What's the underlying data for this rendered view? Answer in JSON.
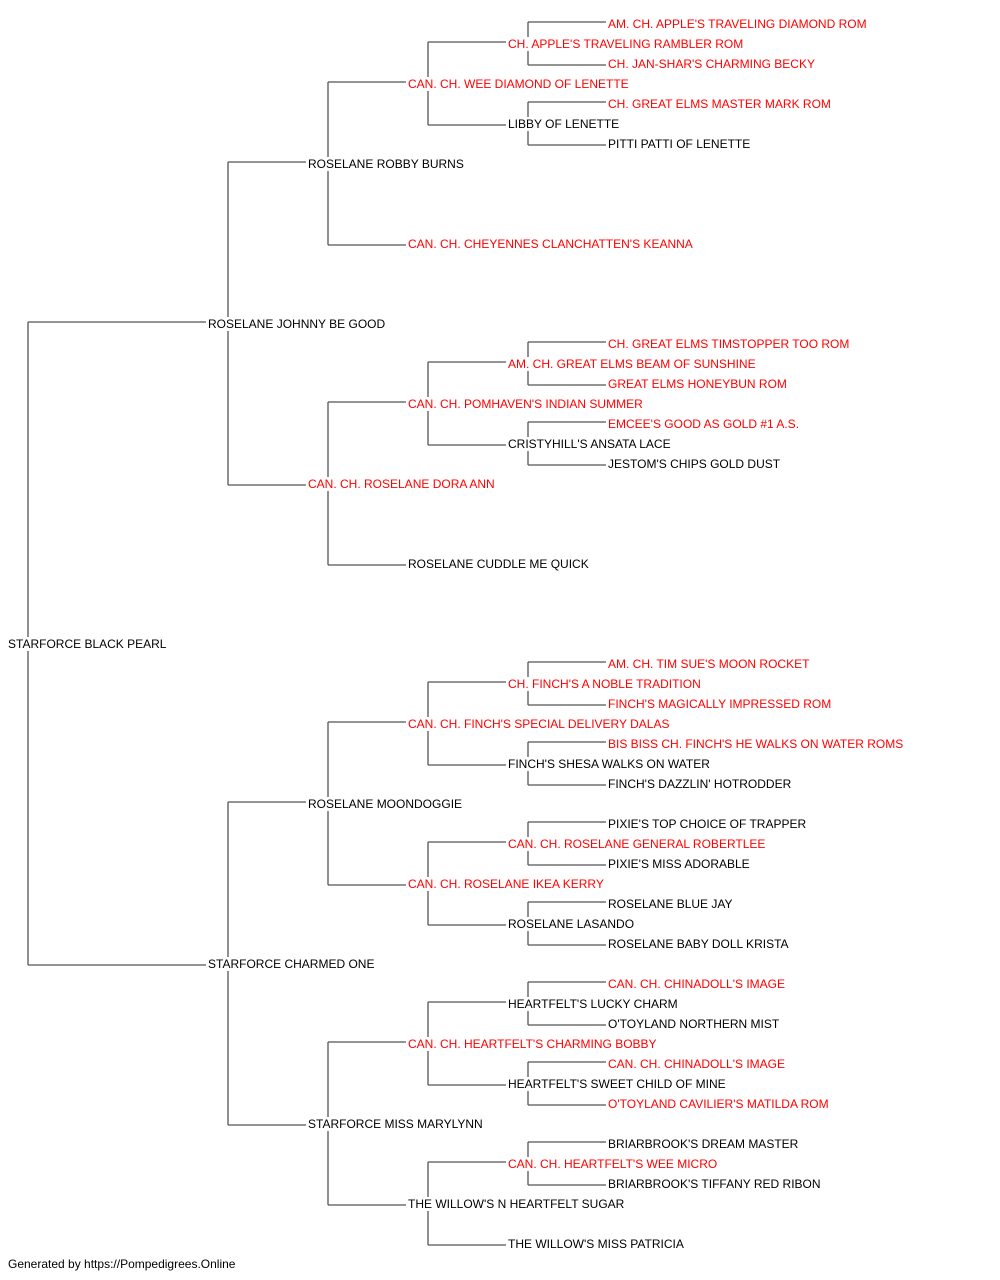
{
  "pedigree": {
    "subject": {
      "name": "STARFORCE BLACK PEARL",
      "champion": false
    },
    "sire": {
      "name": "ROSELANE JOHNNY BE GOOD",
      "champion": false
    },
    "dam": {
      "name": "STARFORCE CHARMED ONE",
      "champion": false
    },
    "grandparents": [
      {
        "name": "ROSELANE ROBBY BURNS",
        "champion": false
      },
      {
        "name": "CAN. CH. ROSELANE DORA ANN",
        "champion": true
      },
      {
        "name": "ROSELANE MOONDOGGIE",
        "champion": false
      },
      {
        "name": "STARFORCE MISS MARYLYNN",
        "champion": false
      }
    ],
    "great_grandparents": [
      {
        "name": "CAN. CH. WEE DIAMOND OF LENETTE",
        "champion": true
      },
      {
        "name": "CAN. CH. CHEYENNES CLANCHATTEN'S KEANNA",
        "champion": true
      },
      {
        "name": "CAN. CH. POMHAVEN'S INDIAN SUMMER",
        "champion": true
      },
      {
        "name": "ROSELANE CUDDLE ME QUICK",
        "champion": false
      },
      {
        "name": "CAN. CH. FINCH'S SPECIAL DELIVERY DALAS",
        "champion": true
      },
      {
        "name": "CAN. CH. ROSELANE IKEA KERRY",
        "champion": true
      },
      {
        "name": "CAN. CH. HEARTFELT'S CHARMING BOBBY",
        "champion": true
      },
      {
        "name": "THE WILLOW'S N HEARTFELT SUGAR",
        "champion": false
      }
    ],
    "generation_4": [
      {
        "name": "CH. APPLE'S TRAVELING RAMBLER ROM",
        "champion": true
      },
      {
        "name": "LIBBY OF LENETTE",
        "champion": false
      },
      {
        "name": "AM. CH. GREAT ELMS BEAM OF SUNSHINE",
        "champion": true
      },
      {
        "name": "CRISTYHILL'S ANSATA LACE",
        "champion": false
      },
      {
        "name": "CH. FINCH'S A NOBLE TRADITION",
        "champion": true
      },
      {
        "name": "FINCH'S SHESA WALKS ON WATER",
        "champion": false
      },
      {
        "name": "CAN. CH. ROSELANE GENERAL ROBERTLEE",
        "champion": true
      },
      {
        "name": "ROSELANE LASANDO",
        "champion": false
      },
      {
        "name": "HEARTFELT'S LUCKY CHARM",
        "champion": false
      },
      {
        "name": "HEARTFELT'S SWEET CHILD OF MINE",
        "champion": false
      },
      {
        "name": "CAN. CH. HEARTFELT'S WEE MICRO",
        "champion": true
      },
      {
        "name": "THE WILLOW'S MISS PATRICIA",
        "champion": false
      }
    ],
    "generation_5": [
      {
        "name": "AM. CH. APPLE'S TRAVELING DIAMOND ROM",
        "champion": true
      },
      {
        "name": "CH. JAN-SHAR'S CHARMING BECKY",
        "champion": true
      },
      {
        "name": "CH. GREAT ELMS MASTER MARK ROM",
        "champion": true
      },
      {
        "name": "PITTI PATTI OF LENETTE",
        "champion": false
      },
      {
        "name": "CH. GREAT ELMS TIMSTOPPER TOO ROM",
        "champion": true
      },
      {
        "name": "GREAT ELMS HONEYBUN ROM",
        "champion": true
      },
      {
        "name": "EMCEE'S GOOD AS GOLD #1 A.S.",
        "champion": true
      },
      {
        "name": "JESTOM'S CHIPS GOLD DUST",
        "champion": false
      },
      {
        "name": "AM. CH. TIM SUE'S MOON ROCKET",
        "champion": true
      },
      {
        "name": "FINCH'S MAGICALLY IMPRESSED ROM",
        "champion": true
      },
      {
        "name": "BIS BISS CH. FINCH'S HE WALKS ON WATER ROMS",
        "champion": true
      },
      {
        "name": "FINCH'S DAZZLIN' HOTRODDER",
        "champion": false
      },
      {
        "name": "PIXIE'S TOP CHOICE OF TRAPPER",
        "champion": false
      },
      {
        "name": "PIXIE'S MISS ADORABLE",
        "champion": false
      },
      {
        "name": "ROSELANE BLUE JAY",
        "champion": false
      },
      {
        "name": "ROSELANE BABY DOLL KRISTA",
        "champion": false
      },
      {
        "name": "CAN. CH. CHINADOLL'S IMAGE",
        "champion": true
      },
      {
        "name": "O'TOYLAND NORTHERN MIST",
        "champion": false
      },
      {
        "name": "CAN. CH. CHINADOLL'S IMAGE",
        "champion": true
      },
      {
        "name": "O'TOYLAND CAVILIER'S MATILDA ROM",
        "champion": true
      },
      {
        "name": "BRIARBROOK'S DREAM MASTER",
        "champion": false
      },
      {
        "name": "BRIARBROOK'S TIFFANY RED RIBON",
        "champion": false
      }
    ]
  },
  "colors": {
    "champion": "#ff0000",
    "regular": "#000000",
    "line": "#555555"
  },
  "footer": "Generated by https://Pompedigrees.Online"
}
